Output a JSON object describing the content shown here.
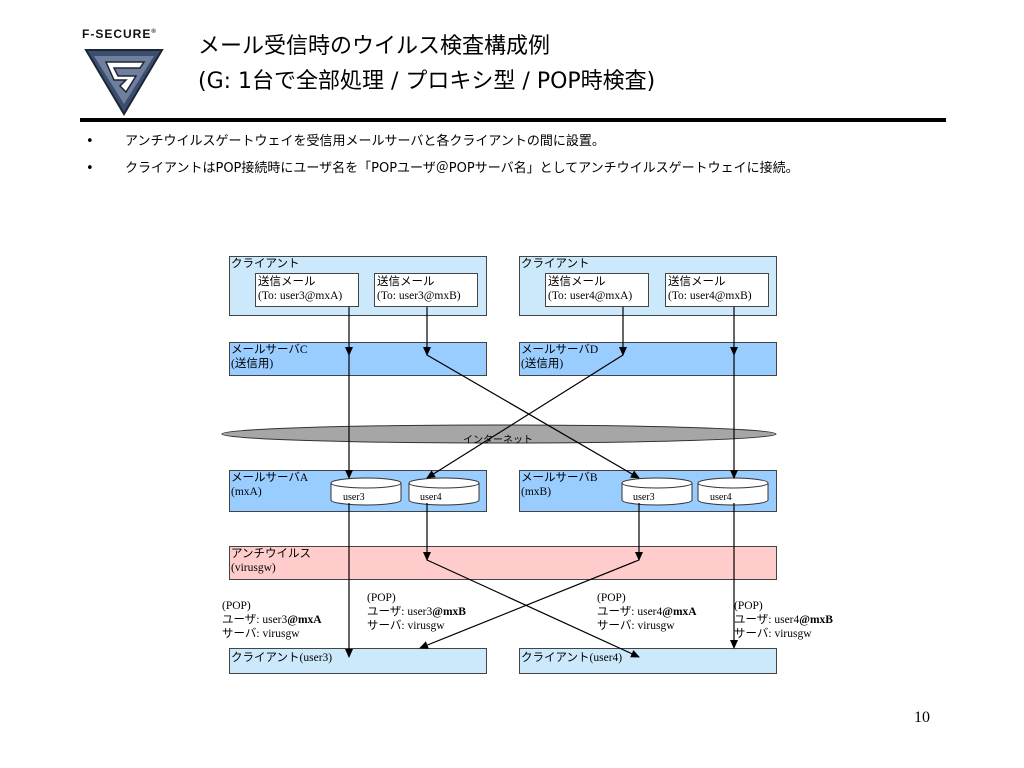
{
  "header": {
    "logo_text": "F-SECURE",
    "logo_mark": "®",
    "title_line1": "メール受信時のウイルス検査構成例",
    "title_line2": "(G: 1台で全部処理 / プロキシ型 / POP時検査)"
  },
  "bullets": [
    "アンチウイルスゲートウェイを受信用メールサーバと各クライアントの間に設置。",
    "クライアントはPOP接続時にユーザ名を「POPユーザ＠POPサーバ名」としてアンチウイルスゲートウェイに接続。"
  ],
  "bullet_symbol": "•",
  "diagram": {
    "client_left": {
      "label": "クライアント",
      "mail1": {
        "line1": "送信メール",
        "line2": "(To: user3@mxA)"
      },
      "mail2": {
        "line1": "送信メール",
        "line2": "(To: user3@mxB)"
      }
    },
    "client_right": {
      "label": "クライアント",
      "mail1": {
        "line1": "送信メール",
        "line2": "(To: user4@mxA)"
      },
      "mail2": {
        "line1": "送信メール",
        "line2": "(To: user4@mxB)"
      }
    },
    "server_c": {
      "line1": "メールサーバC",
      "line2": "(送信用)"
    },
    "server_d": {
      "line1": "メールサーバD",
      "line2": "(送信用)"
    },
    "internet": "インターネット",
    "server_a": {
      "line1": "メールサーバA",
      "line2": "(mxA)",
      "box1": "user3",
      "box2": "user4"
    },
    "server_b": {
      "line1": "メールサーバB",
      "line2": "(mxB)",
      "box1": "user3",
      "box2": "user4"
    },
    "antivirus": {
      "line1": "アンチウイルス",
      "line2": "(virusgw)"
    },
    "pop1": {
      "line1": "(POP)",
      "user_prefix": "ユーザ: user3",
      "user_bold": "@mxA",
      "line3": "サーバ: virusgw"
    },
    "pop2": {
      "line1": "(POP)",
      "user_prefix": "ユーザ: user3",
      "user_bold": "@mxB",
      "line3": "サーバ: virusgw"
    },
    "pop3": {
      "line1": "(POP)",
      "user_prefix": "ユーザ: user4",
      "user_bold": "@mxA",
      "line3": "サーバ: virusgw"
    },
    "pop4": {
      "line1": "(POP)",
      "user_prefix": "ユーザ: user4",
      "user_bold": "@mxB",
      "line3": "サーバ: virusgw"
    },
    "client_user3": "クライアント(user3)",
    "client_user4": "クライアント(user4)"
  },
  "page_number": "10",
  "colors": {
    "client_fill": "#cce9fb",
    "server_fill": "#99ccff",
    "antivirus_fill": "#ffcccc",
    "internet_fill": "#a6a6a6",
    "logo_shield": "#3b4e6e"
  }
}
